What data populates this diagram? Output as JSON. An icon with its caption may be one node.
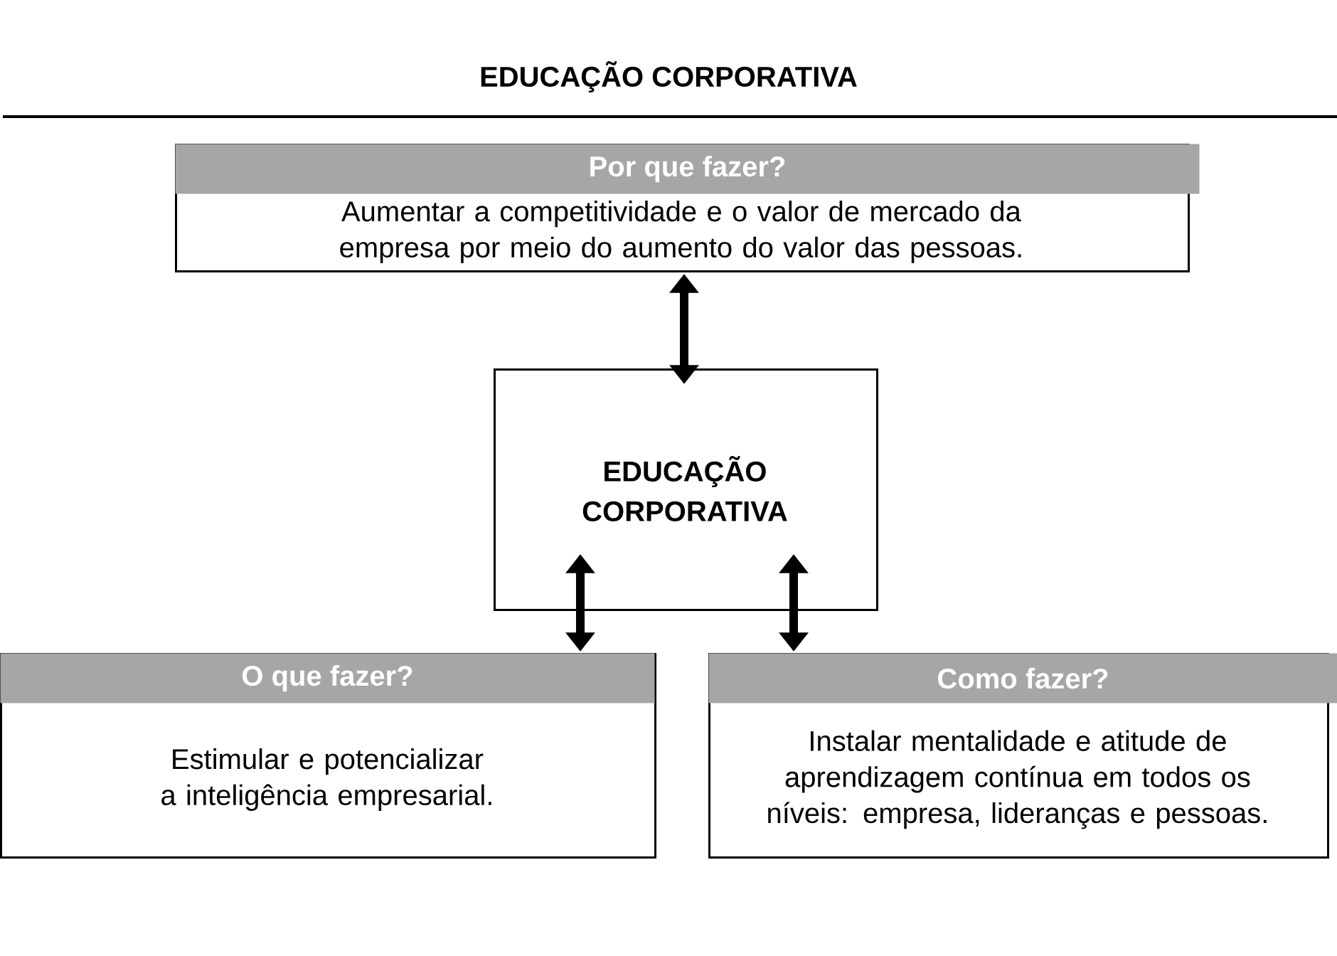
{
  "diagram": {
    "title": "EDUCAÇÃO CORPORATIVA",
    "nodes": [
      {
        "text": [
          "Por que fazer?",
          "Aumentar a competitividade e o valor de mercado da empresa por meio do aumento do valor das pessoas."
        ]
      },
      {
        "text": [
          "EDUCAÇÃO CORPORATIVA"
        ]
      },
      {
        "text": [
          "O que fazer?",
          "Estimular e potencializar a inteligência empresarial."
        ]
      },
      {
        "text": [
          "Como fazer?",
          "Instalar mentalidade e atitude de aprendizagem contínua em todos os níveis: empresa, lideranças e pessoas."
        ]
      }
    ],
    "edges": [
      {
        "from": 1,
        "to": 0,
        "arrow": "both"
      },
      {
        "from": 1,
        "to": 2,
        "arrow": "both"
      },
      {
        "from": 1,
        "to": 3,
        "arrow": "both"
      }
    ]
  }
}
